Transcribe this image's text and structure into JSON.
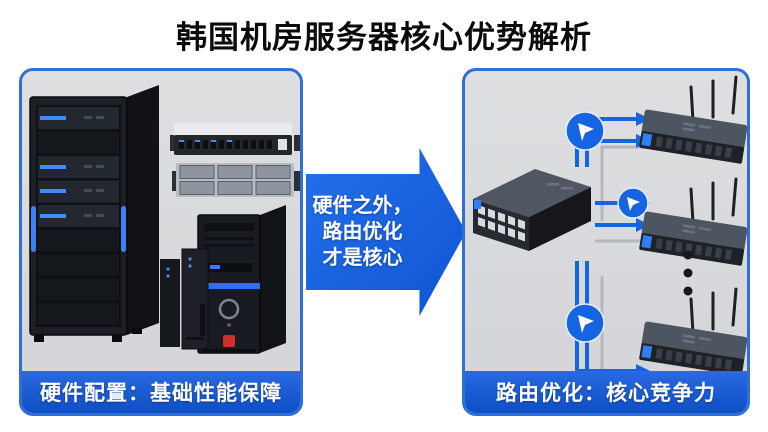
{
  "title": "韩国机房服务器核心优势解析",
  "arrow": {
    "line1": "硬件之外，",
    "line2": "路由优化",
    "line3": "才是核心"
  },
  "left_panel": {
    "caption": "硬件配置：基础性能保障",
    "icons": [
      "server-rack-icon",
      "network-switch-icon",
      "rack-server-icon",
      "slim-pc-icon",
      "tower-pc-icon"
    ]
  },
  "right_panel": {
    "caption": "路由优化：核心竞争力",
    "icons": [
      "network-switch-icon",
      "wifi-router-icon",
      "wifi-router-icon",
      "wifi-router-icon",
      "route-node-icon",
      "ellipsis-dots"
    ]
  },
  "colors": {
    "accent_blue": "#1565e0",
    "panel_border": "#2e6fd8",
    "caption_bg": "#1356cf",
    "panel_bg": "#d7d9db",
    "line_gray": "#b4b8bd",
    "device_dark": "#1e2126",
    "device_accent": "#2f7ef7",
    "logo_red": "#cf3128"
  }
}
